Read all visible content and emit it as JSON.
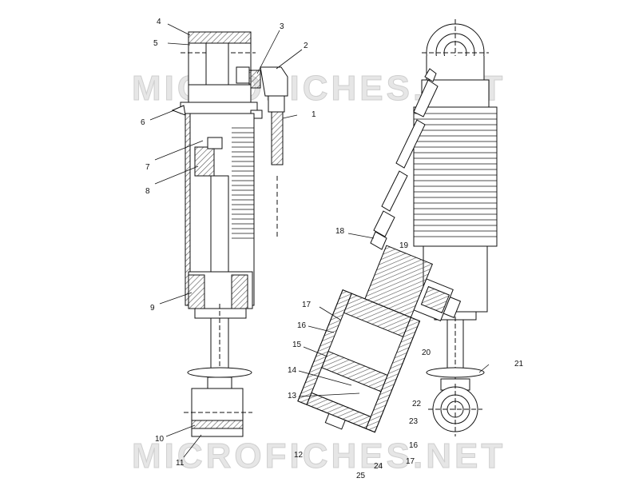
{
  "watermark": {
    "text": "MICROFICHES.NET"
  },
  "callouts": {
    "c1": "1",
    "c2": "2",
    "c3": "3",
    "c4": "4",
    "c5": "5",
    "c6": "6",
    "c7": "7",
    "c8": "8",
    "c9": "9",
    "c10": "10",
    "c11": "11",
    "c12": "12",
    "c13": "13",
    "c14": "14",
    "c15": "15",
    "c16a": "16",
    "c16b": "16",
    "c17a": "17",
    "c17b": "17",
    "c18": "18",
    "c19": "19",
    "c20": "20",
    "c21": "21",
    "c22": "22",
    "c23": "23",
    "c24": "24",
    "c25": "25"
  },
  "colors": {
    "line": "#111111",
    "hatch": "#555555",
    "watermark_fill": "#e6e6e6"
  }
}
